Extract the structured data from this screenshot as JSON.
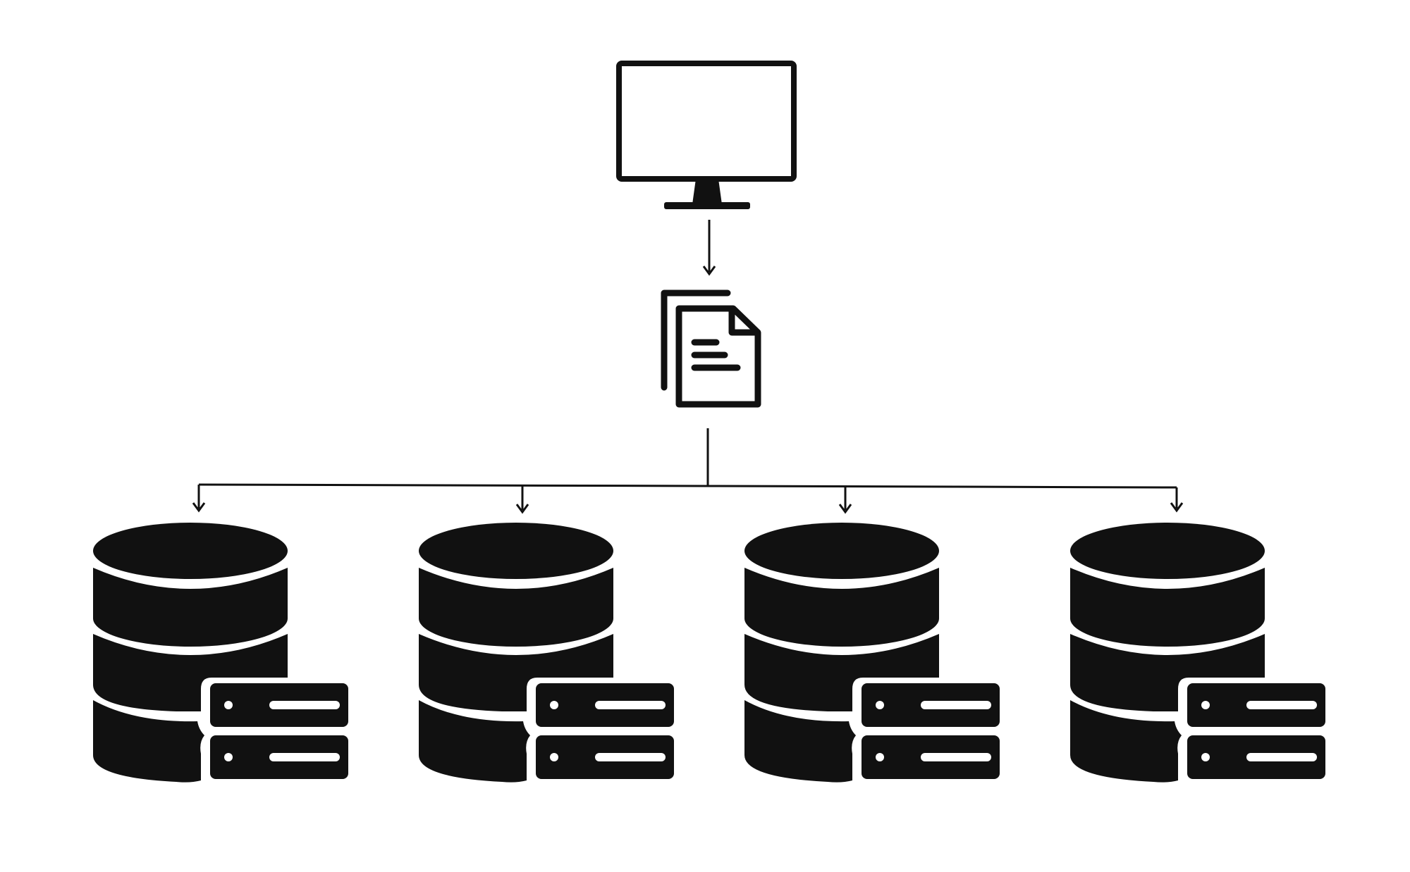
{
  "colors": {
    "background": "#ffffff",
    "ink": "#111111"
  },
  "nodes": {
    "source": {
      "icon": "monitor-icon"
    },
    "payload": {
      "icon": "documents-icon"
    },
    "targets": [
      {
        "icon": "database-server-icon"
      },
      {
        "icon": "database-server-icon"
      },
      {
        "icon": "database-server-icon"
      },
      {
        "icon": "database-server-icon"
      }
    ]
  },
  "edges": [
    {
      "from": "source",
      "to": "payload"
    },
    {
      "from": "payload",
      "to": "target-1"
    },
    {
      "from": "payload",
      "to": "target-2"
    },
    {
      "from": "payload",
      "to": "target-3"
    },
    {
      "from": "payload",
      "to": "target-4"
    }
  ]
}
